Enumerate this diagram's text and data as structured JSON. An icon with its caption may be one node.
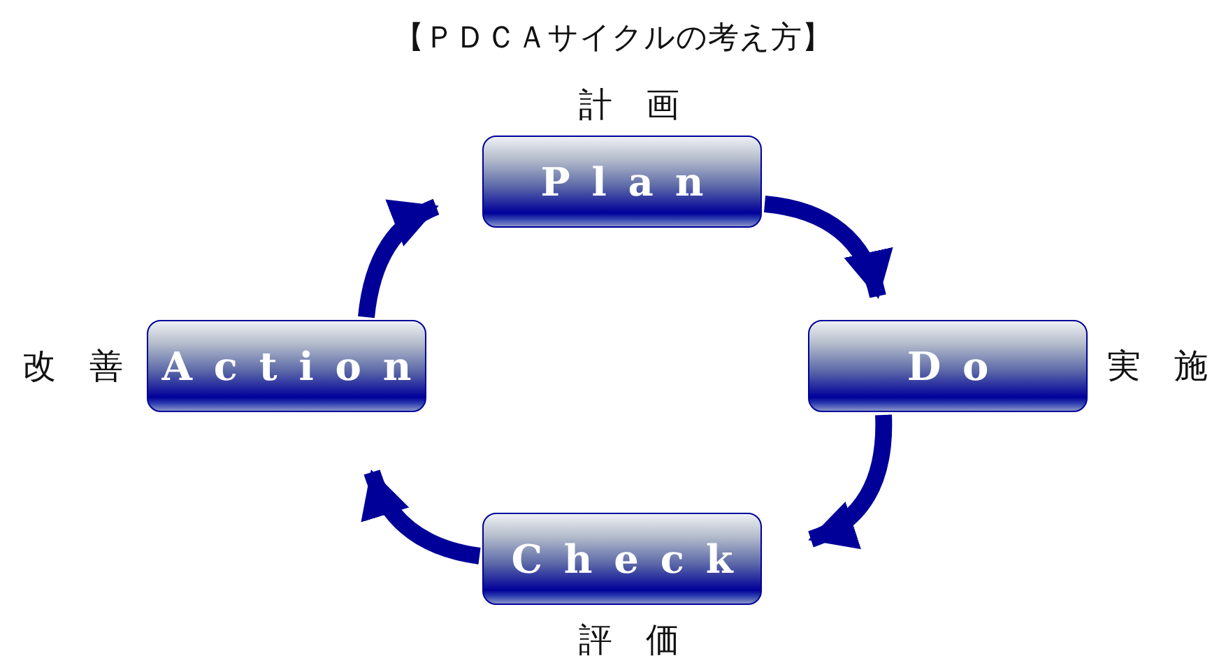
{
  "diagram": {
    "title": "【ＰＤＣＡサイクルの考え方】",
    "nodes": [
      {
        "text": [
          "Plan"
        ],
        "beside": [
          "計　画"
        ]
      },
      {
        "text": [
          "Do"
        ],
        "beside": [
          "実　施"
        ]
      },
      {
        "text": [
          "Check"
        ],
        "beside": [
          "評　価"
        ]
      },
      {
        "text": [
          "Action"
        ],
        "beside": [
          "改　善"
        ]
      }
    ],
    "edges": [
      {
        "from": 0,
        "to": 1,
        "arrow": "to"
      },
      {
        "from": 1,
        "to": 2,
        "arrow": "to"
      },
      {
        "from": 2,
        "to": 3,
        "arrow": "to"
      },
      {
        "from": 3,
        "to": 0,
        "arrow": "to"
      }
    ]
  }
}
